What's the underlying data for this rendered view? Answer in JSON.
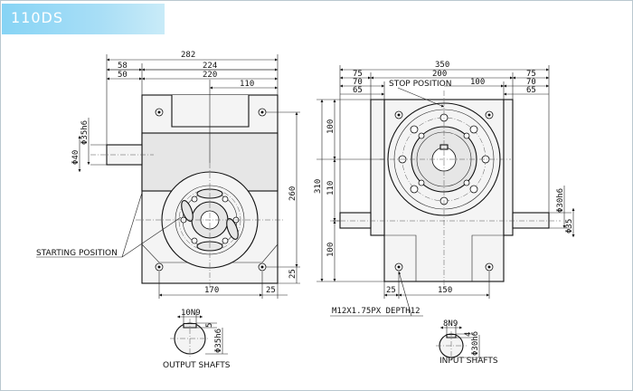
{
  "title": "110DS",
  "left_view": {
    "dims_top": [
      "282",
      "58",
      "224",
      "50",
      "220",
      "110"
    ],
    "dims_left": [
      "Φ35h6",
      "Φ40"
    ],
    "dims_right": [
      "260",
      "25"
    ],
    "dims_bottom": [
      "170",
      "25"
    ],
    "label_starting": "STARTING POSITION"
  },
  "right_view": {
    "dims_top": [
      "350",
      "75",
      "200",
      "75",
      "70",
      "100",
      "70",
      "65",
      "65"
    ],
    "label_stop": "STOP POSITION",
    "dims_left": [
      "100",
      "310",
      "110",
      "100"
    ],
    "dims_right": [
      "Φ30h6",
      "Φ35"
    ],
    "dims_bottom": [
      "25",
      "150"
    ],
    "label_tap": "M12X1.75PX DEPTH12"
  },
  "output_shaft": {
    "dims": [
      "10N9",
      "5",
      "Φ35h6"
    ],
    "label": "OUTPUT SHAFTS"
  },
  "input_shaft": {
    "dims": [
      "8N9",
      "4",
      "Φ30h6"
    ],
    "label": "INPUT SHAFTS"
  }
}
